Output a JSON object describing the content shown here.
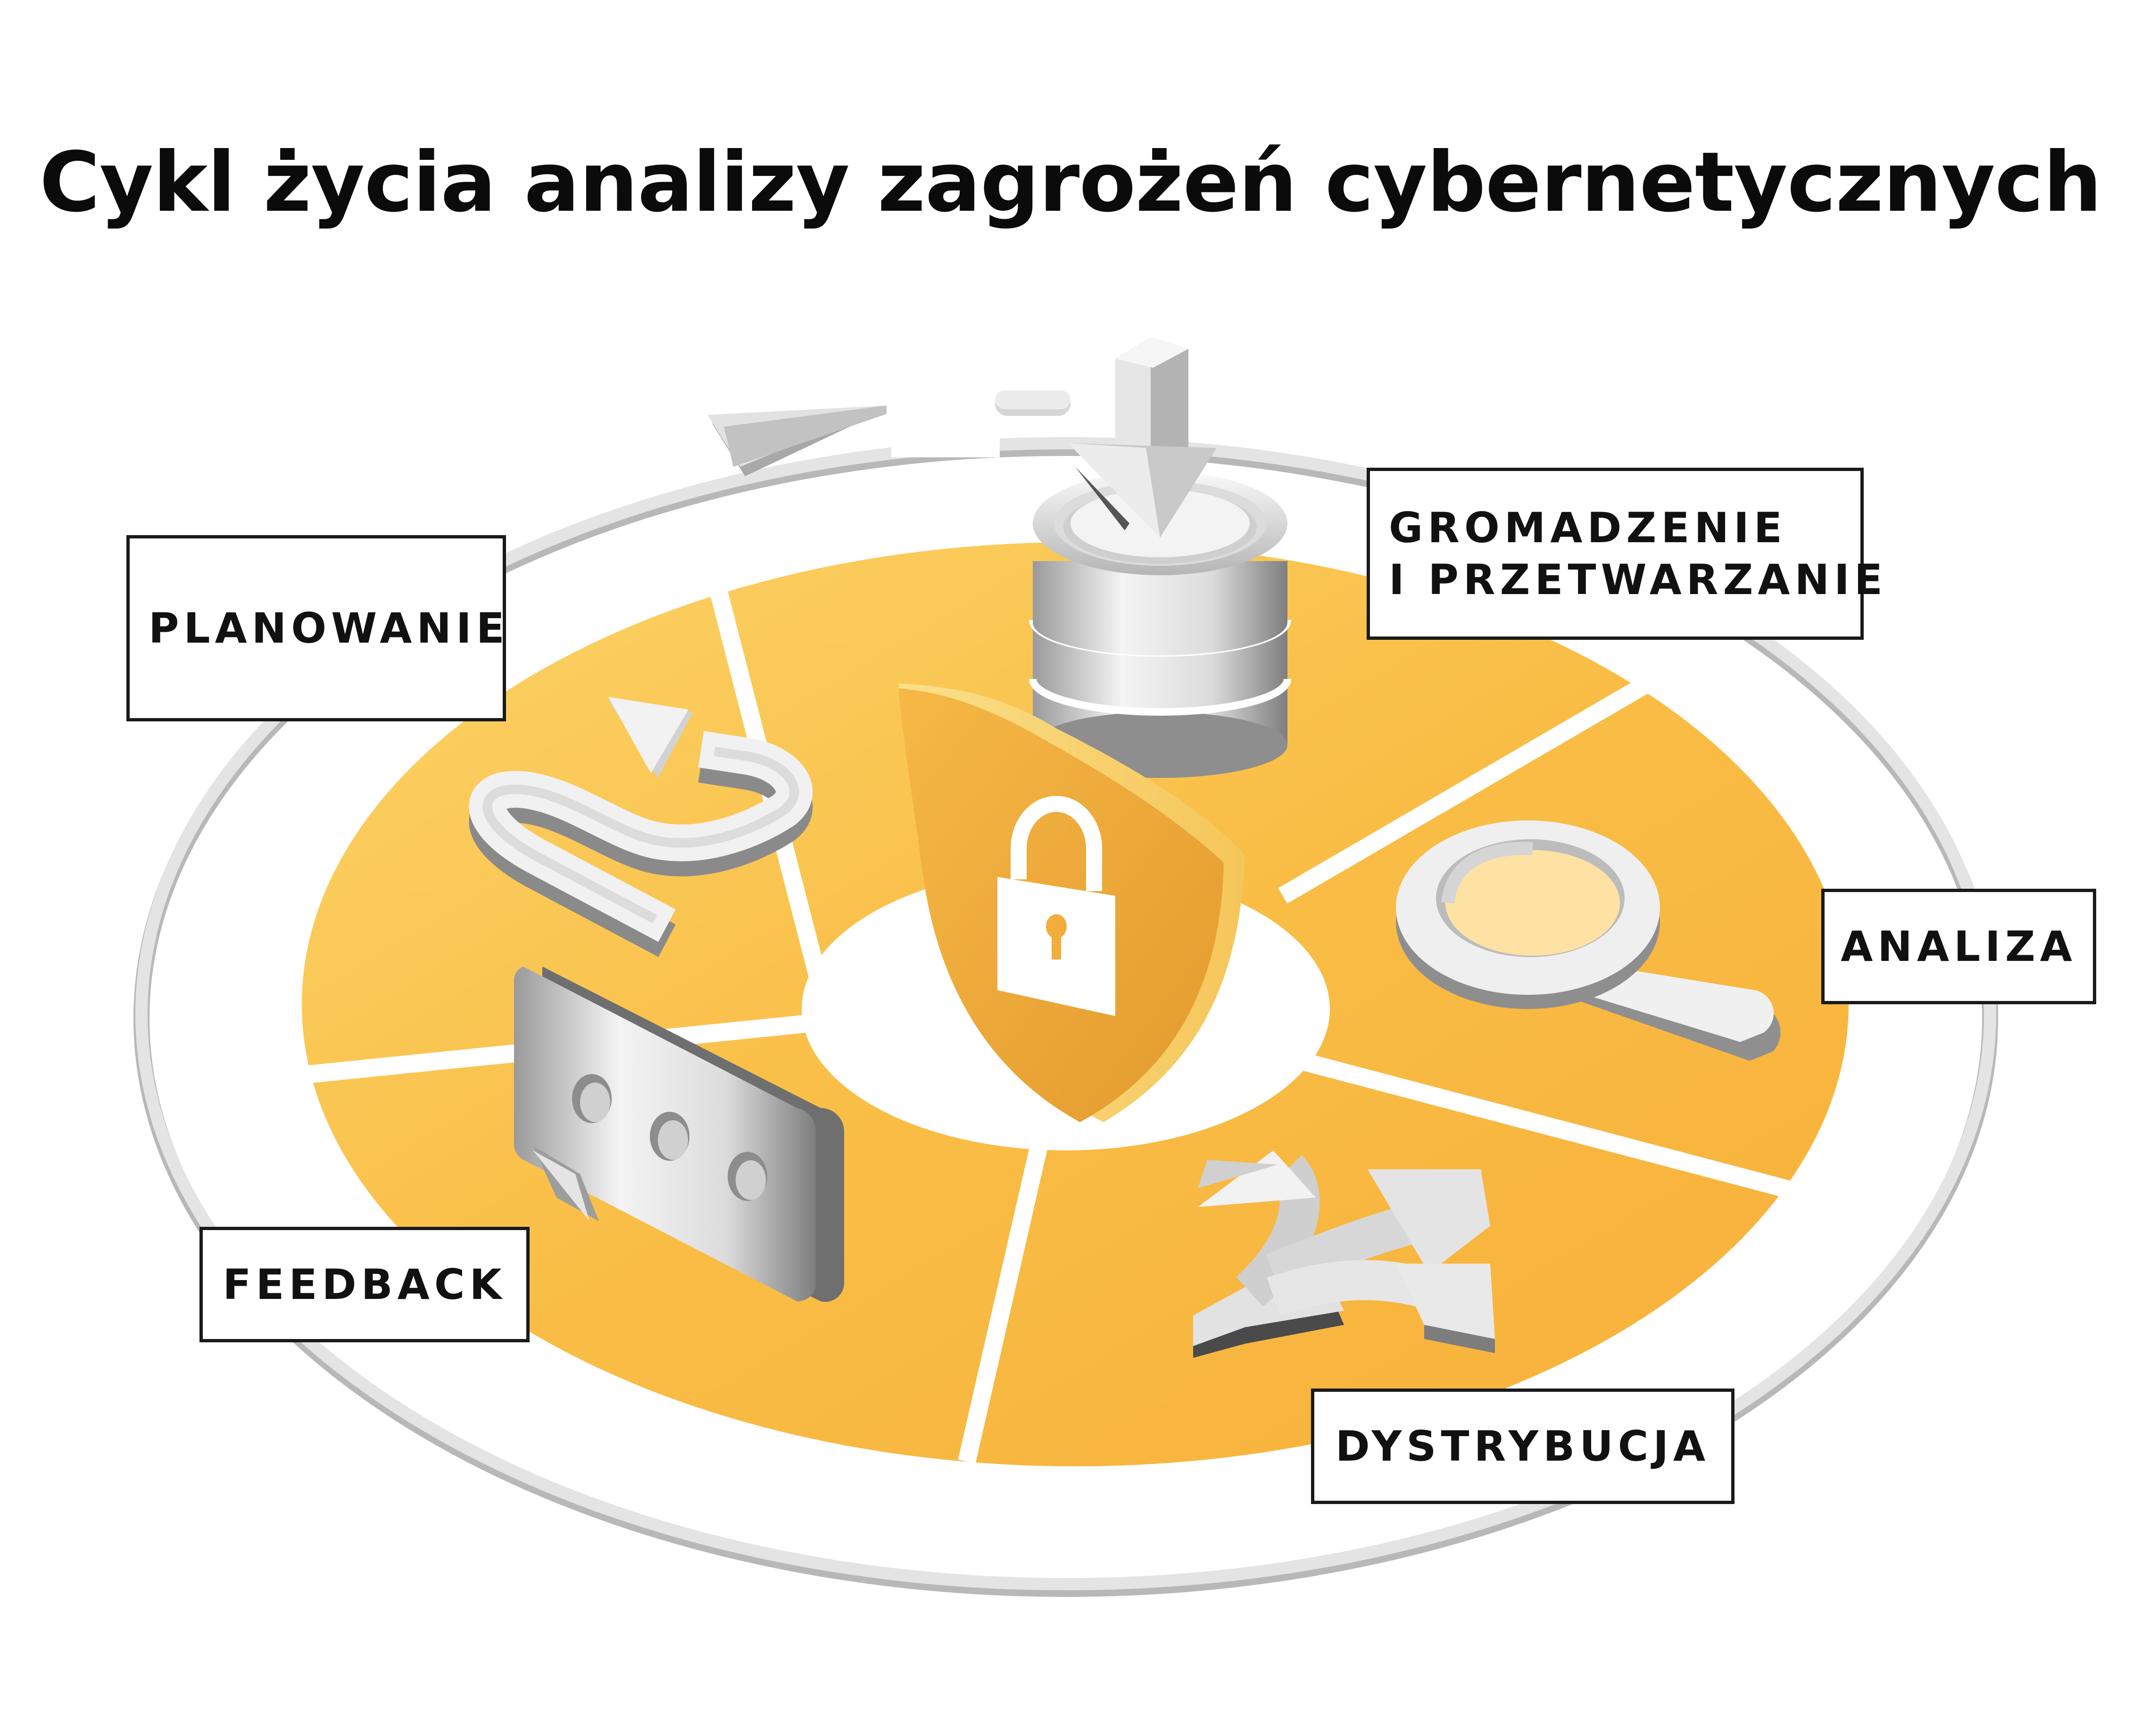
{
  "title": "Cykl życia analizy zagrożeń cybernetycznych",
  "stages": {
    "planowanie": "PLANOWANIE",
    "gromadzenie_line1": "GROMADZENIE",
    "gromadzenie_line2": "I PRZETWARZANIE",
    "analiza": "ANALIZA",
    "dystrybucja": "DYSTRYBUCJA",
    "feedback": "FEEDBACK"
  },
  "icons": {
    "center": "shield-lock-icon",
    "planowanie": "winding-path-arrow-icon",
    "gromadzenie": "database-download-icon",
    "analiza": "magnifying-glass-icon",
    "dystrybucja": "split-arrows-icon",
    "feedback": "speech-bubble-icon"
  },
  "colors": {
    "disc": "#f8b83e",
    "disc_light": "#fcd366",
    "ring": "#d2d2d2",
    "shield": "#f2ad3c",
    "label_border": "#1a1a1a"
  }
}
